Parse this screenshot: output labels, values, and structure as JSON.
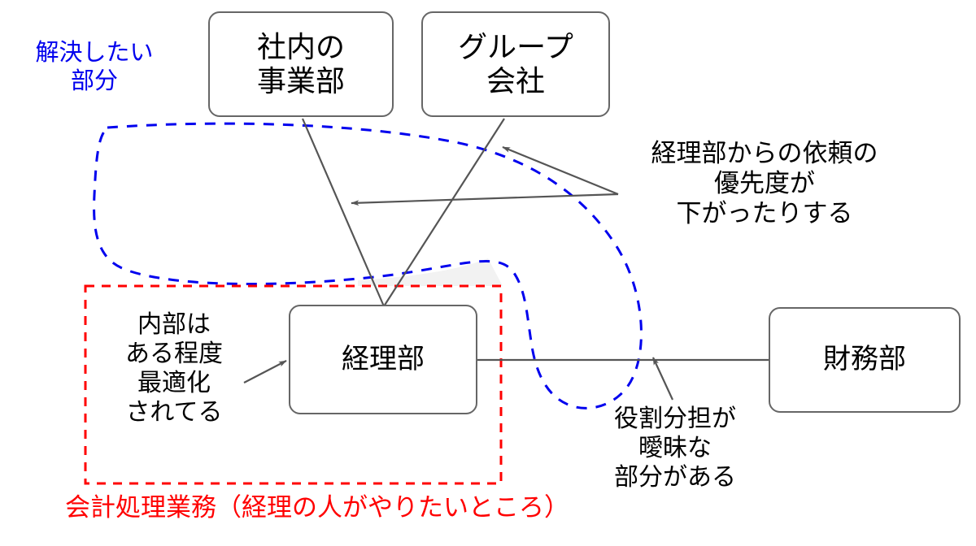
{
  "diagram": {
    "title_text_color": "#000000",
    "accent_blue": "#0000ee",
    "accent_red": "#ff0000",
    "line_gray": "#666666",
    "nodes": [
      {
        "id": "shanai",
        "label": "社内の\n事業部"
      },
      {
        "id": "group",
        "label": "グループ\n会社"
      },
      {
        "id": "keiri",
        "label": "経理部"
      },
      {
        "id": "zaimu",
        "label": "財務部"
      }
    ],
    "annotations": [
      {
        "id": "kaiketsu",
        "text": "解決したい\n部分",
        "color": "#0000ee"
      },
      {
        "id": "keiri_irai",
        "text": "経理部からの依頼の\n優先度が\n下がったりする",
        "color": "#000000"
      },
      {
        "id": "naibu",
        "text": "内部は\nある程度\n最適化\nされてる",
        "color": "#000000"
      },
      {
        "id": "yakuwari",
        "text": "役割分担が\n曖昧な\n部分がある",
        "color": "#000000"
      },
      {
        "id": "kaikei",
        "text": "会計処理業務（経理の人がやりたいところ）",
        "color": "#ff0000"
      }
    ],
    "regions": [
      {
        "id": "blue-dashed-region",
        "style": "dashed",
        "color": "#0000ee",
        "shape": "freeform-loop"
      },
      {
        "id": "red-dashed-region",
        "style": "dashed",
        "color": "#ff0000",
        "shape": "rectangle"
      }
    ],
    "connectors": [
      {
        "id": "shanai-to-keiri",
        "from": "shanai",
        "to": "keiri",
        "arrow": false
      },
      {
        "id": "group-to-keiri",
        "from": "group",
        "to": "keiri",
        "arrow": false
      },
      {
        "id": "keiri-to-zaimu",
        "from": "keiri",
        "to": "zaimu",
        "arrow": false
      },
      {
        "id": "callout-upper",
        "from": "keiri_irai",
        "to": "group-to-keiri",
        "arrow": true
      },
      {
        "id": "callout-lower",
        "from": "keiri_irai",
        "to": "shanai-to-keiri",
        "arrow": true
      },
      {
        "id": "callout-naibu",
        "from": "naibu",
        "to": "keiri",
        "arrow": true
      },
      {
        "id": "callout-yakuwari",
        "from": "yakuwari",
        "to": "keiri-to-zaimu",
        "arrow": true
      }
    ]
  }
}
